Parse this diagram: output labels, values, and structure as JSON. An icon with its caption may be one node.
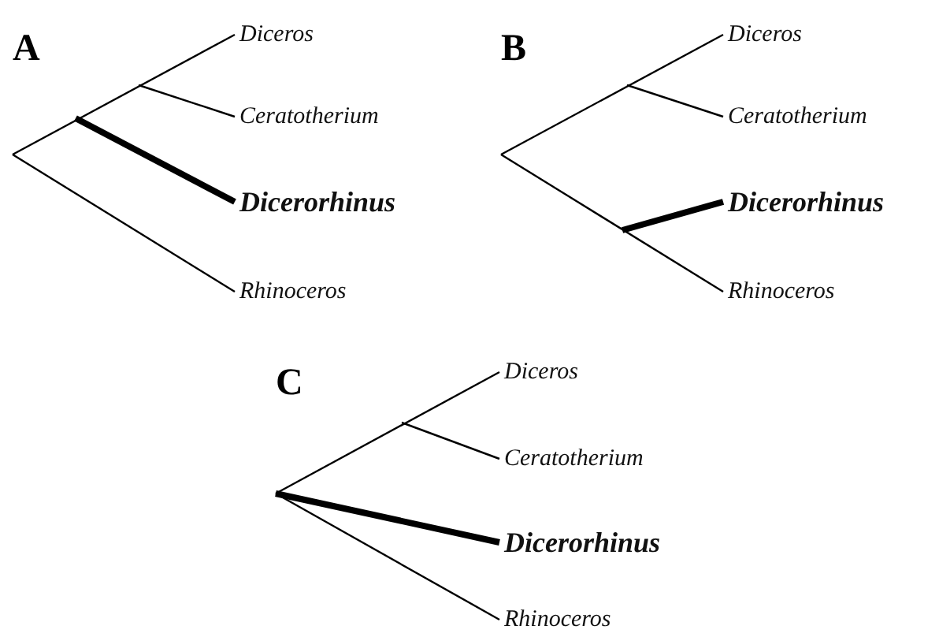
{
  "diagram": {
    "nodes": [
      {
        "text": [
          "Diceros"
        ]
      },
      {
        "text": [
          "Ceratotherium"
        ]
      },
      {
        "text": [
          "Dicerorhinus"
        ]
      },
      {
        "text": [
          "Rhinoceros"
        ]
      },
      {
        "text": [
          "Diceros"
        ]
      },
      {
        "text": [
          "Ceratotherium"
        ]
      },
      {
        "text": [
          "Dicerorhinus"
        ]
      },
      {
        "text": [
          "Rhinoceros"
        ]
      },
      {
        "text": [
          "Diceros"
        ]
      },
      {
        "text": [
          "Ceratotherium"
        ]
      },
      {
        "text": [
          "Dicerorhinus"
        ]
      },
      {
        "text": [
          "Rhinoceros"
        ]
      }
    ],
    "edges": [
      {
        "from": null,
        "to": 0,
        "arrow": "none"
      },
      {
        "from": null,
        "to": 1,
        "arrow": "none"
      },
      {
        "from": null,
        "to": 2,
        "arrow": "none",
        "style": "thick"
      },
      {
        "from": null,
        "to": 3,
        "arrow": "none"
      },
      {
        "from": null,
        "to": 4,
        "arrow": "none"
      },
      {
        "from": null,
        "to": 5,
        "arrow": "none"
      },
      {
        "from": null,
        "to": 6,
        "arrow": "none",
        "style": "thick"
      },
      {
        "from": null,
        "to": 7,
        "arrow": "none"
      },
      {
        "from": null,
        "to": 8,
        "arrow": "none"
      },
      {
        "from": null,
        "to": 9,
        "arrow": "none"
      },
      {
        "from": null,
        "to": 10,
        "arrow": "none",
        "style": "thick"
      },
      {
        "from": null,
        "to": 11,
        "arrow": "none"
      }
    ],
    "labels": [
      "A",
      "B",
      "C"
    ]
  }
}
